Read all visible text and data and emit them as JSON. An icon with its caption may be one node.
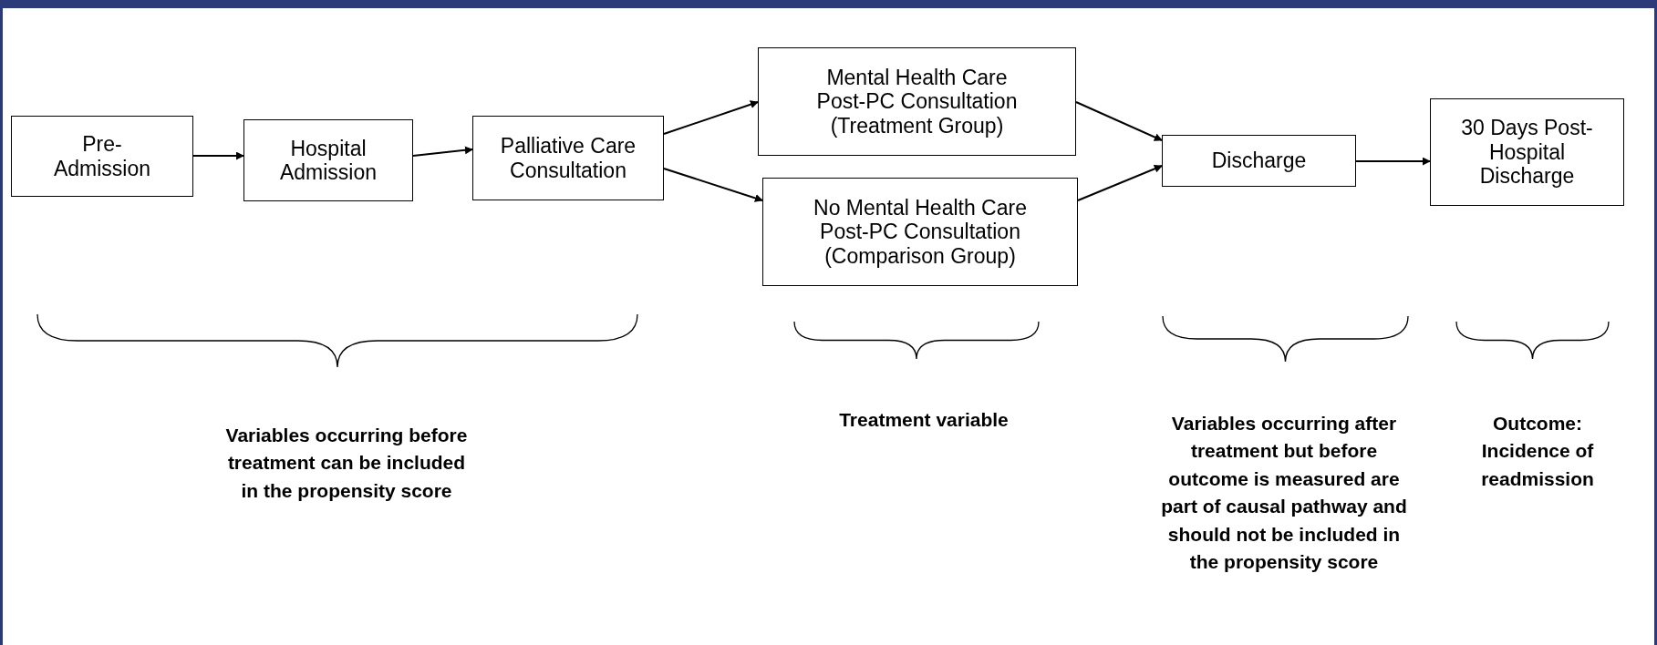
{
  "diagram": {
    "nodes": [
      {
        "text": [
          "Pre-Admission"
        ]
      },
      {
        "text": [
          "Hospital Admission"
        ]
      },
      {
        "text": [
          "Palliative Care Consultation"
        ]
      },
      {
        "text": [
          "Mental Health Care Post-PC Consultation (Treatment Group)"
        ]
      },
      {
        "text": [
          "No Mental Health Care Post-PC Consultation (Comparison Group)"
        ]
      },
      {
        "text": [
          "Discharge"
        ]
      },
      {
        "text": [
          "30 Days Post-Hospital Discharge"
        ]
      }
    ],
    "edges": [
      {
        "from": 0,
        "to": 1,
        "arrow": "to"
      },
      {
        "from": 1,
        "to": 2,
        "arrow": "to"
      },
      {
        "from": 2,
        "to": 3,
        "arrow": "to"
      },
      {
        "from": 2,
        "to": 4,
        "arrow": "to"
      },
      {
        "from": 3,
        "to": 5,
        "arrow": "to"
      },
      {
        "from": 4,
        "to": 5,
        "arrow": "to"
      },
      {
        "from": 5,
        "to": 6,
        "arrow": "to"
      }
    ],
    "labels": [
      "Variables occurring before treatment can be included in the propensity score",
      "Treatment variable",
      "Variables occurring after treatment but before outcome is measured are part of causal pathway and should not be included in the propensity score",
      "Outcome: Incidence of readmission"
    ]
  }
}
